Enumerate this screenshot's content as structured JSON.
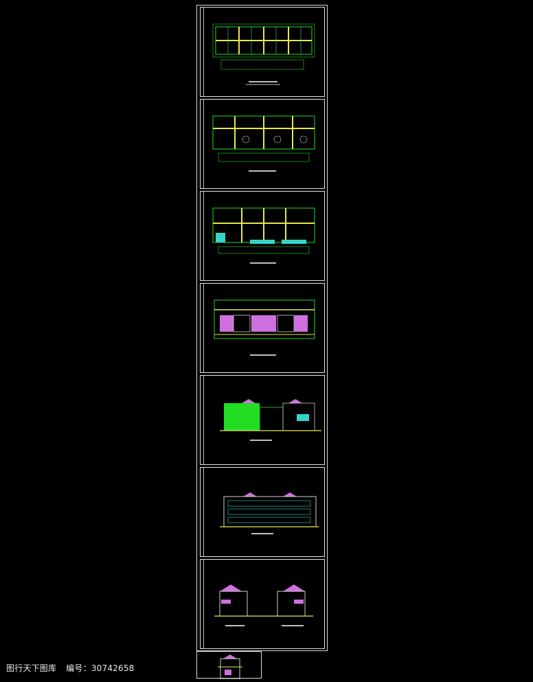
{
  "watermark": {
    "site": "图行天下图库",
    "id_label": "编号：30742658"
  },
  "sheets": [
    {
      "kind": "floor-plan"
    },
    {
      "kind": "floor-plan"
    },
    {
      "kind": "floor-plan"
    },
    {
      "kind": "roof-plan"
    },
    {
      "kind": "front-elevation"
    },
    {
      "kind": "rear-elevation"
    },
    {
      "kind": "side-elevations"
    },
    {
      "kind": "section"
    }
  ],
  "colors": {
    "background": "#000000",
    "frame": "#e6e6e6",
    "green": "#22dd22",
    "yellow": "#e8e84a",
    "cyan": "#33d6c8",
    "magenta": "#d070e0",
    "white": "#ffffff"
  }
}
